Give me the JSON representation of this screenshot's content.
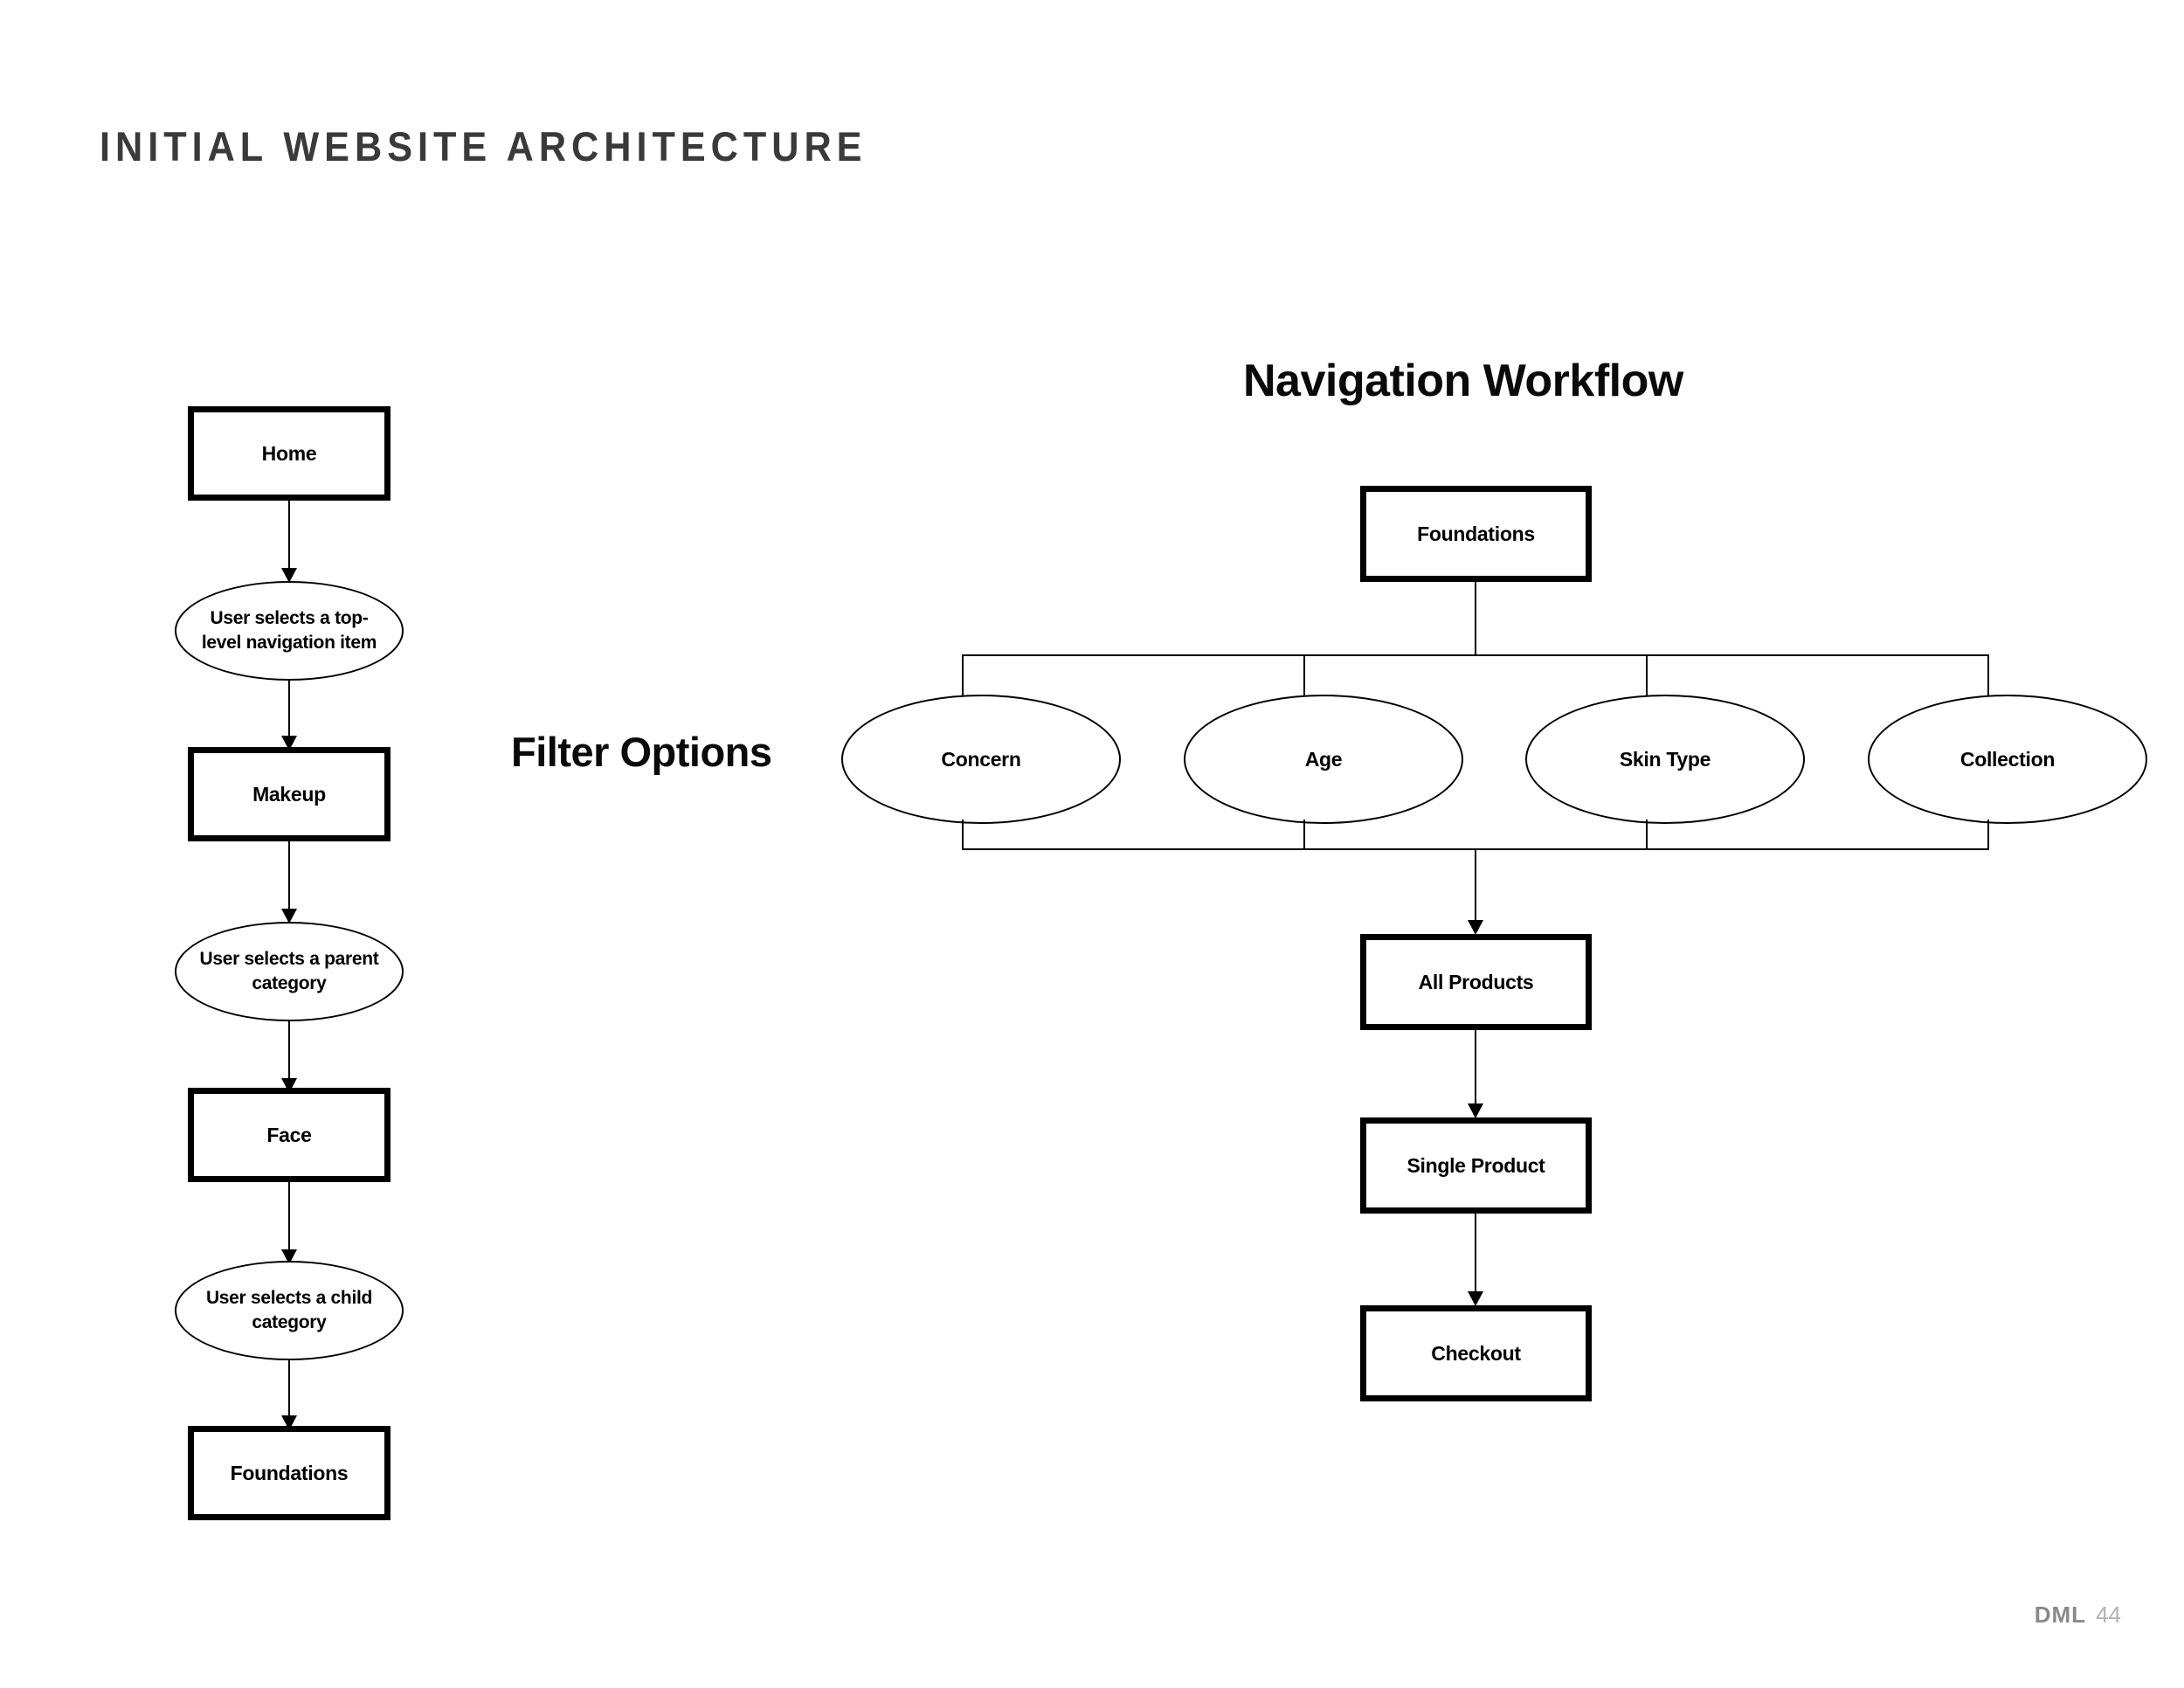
{
  "slide": {
    "title": "INITIAL WEBSITE ARCHITECTURE",
    "background_color": "#ffffff",
    "title_color": "#3a3a3c"
  },
  "headings": {
    "navigation_workflow": "Navigation Workflow",
    "filter_options": "Filter Options"
  },
  "user_flow": {
    "nodes": [
      {
        "id": "home",
        "label": "Home",
        "shape": "box"
      },
      {
        "id": "select-top-level",
        "label": "User selects a top-level navigation item",
        "shape": "ellipse"
      },
      {
        "id": "makeup",
        "label": "Makeup",
        "shape": "box"
      },
      {
        "id": "select-parent",
        "label": "User selects a parent category",
        "shape": "ellipse"
      },
      {
        "id": "face",
        "label": "Face",
        "shape": "box"
      },
      {
        "id": "select-child",
        "label": "User selects a child category",
        "shape": "ellipse"
      },
      {
        "id": "foundations",
        "label": "Foundations",
        "shape": "box"
      }
    ]
  },
  "navigation_workflow": {
    "root": {
      "id": "foundations-root",
      "label": "Foundations",
      "shape": "box"
    },
    "filters": [
      {
        "id": "concern",
        "label": "Concern",
        "shape": "ellipse"
      },
      {
        "id": "age",
        "label": "Age",
        "shape": "ellipse"
      },
      {
        "id": "skin-type",
        "label": "Skin Type",
        "shape": "ellipse"
      },
      {
        "id": "collection",
        "label": "Collection",
        "shape": "ellipse"
      }
    ],
    "results": [
      {
        "id": "all-products",
        "label": "All Products",
        "shape": "box"
      },
      {
        "id": "single-product",
        "label": "Single Product",
        "shape": "box"
      },
      {
        "id": "checkout",
        "label": "Checkout",
        "shape": "box"
      }
    ]
  },
  "footer": {
    "brand": "DML",
    "page_number": "44"
  }
}
